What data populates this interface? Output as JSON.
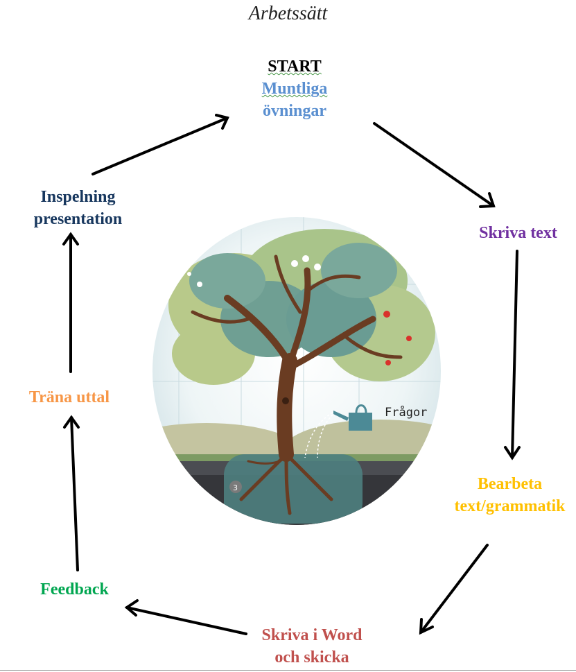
{
  "title": "Arbetssätt",
  "steps": {
    "start": {
      "line1": "START",
      "line2": "Muntliga",
      "line3": "övningar"
    },
    "skriva_text": "Skriva text",
    "bearbeta": {
      "line1": "Bearbeta",
      "line2": "text/grammatik"
    },
    "skriva_word": {
      "line1": "Skriva i Word",
      "line2": "och skicka"
    },
    "feedback": "Feedback",
    "trana_uttal": "Träna uttal",
    "inspelning": {
      "line1": "Inspelning",
      "line2": "presentation"
    }
  },
  "illustration": {
    "label": "Frågor",
    "badge": "3",
    "icon": "watering-can-icon"
  },
  "colors": {
    "start": "#000000",
    "muntliga": "#5a8fd0",
    "skriva_text": "#7030a0",
    "bearbeta": "#ffc000",
    "skriva_word": "#c0504d",
    "feedback": "#00a650",
    "trana_uttal": "#f79646",
    "inspelning": "#17375e"
  }
}
